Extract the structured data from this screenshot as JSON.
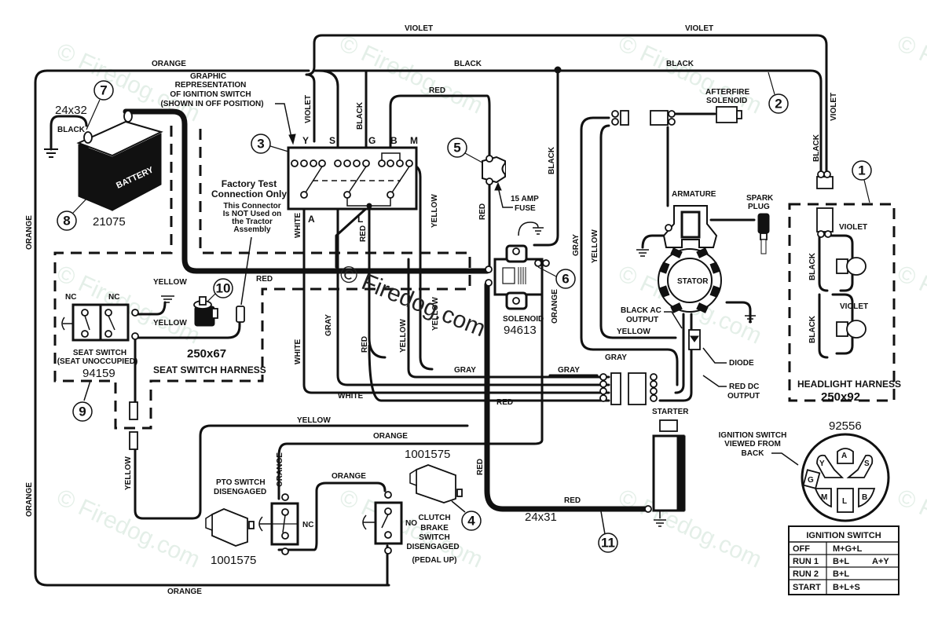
{
  "diagram": {
    "watermark": "© Firedog.com",
    "center_watermark": "© Firedog.com",
    "wire_labels": {
      "violet_top": "VIOLET",
      "violet_top_right": "VIOLET",
      "orange_top": "ORANGE",
      "black_top": "BLACK",
      "black_top_right": "BLACK",
      "red_top": "RED",
      "violet_switch": "VIOLET",
      "black_switch": "BLACK",
      "black_right_vertical": "BLACK",
      "violet_right_vertical": "VIOLET",
      "black_right_vertical2": "BLACK",
      "orange_left": "ORANGE",
      "orange_left_lower": "ORANGE",
      "orange_bottom": "ORANGE",
      "white_a": "WHITE",
      "red_l": "RED",
      "yellow_m": "YELLOW",
      "red_fuse": "RED",
      "red_main": "RED",
      "yellow_seat1": "YELLOW",
      "yellow_seat2": "YELLOW",
      "gray_1": "GRAY",
      "white_2": "WHITE",
      "red_3": "RED",
      "yellow_4": "YELLOW",
      "yellow_5": "YELLOW",
      "gray_h1": "GRAY",
      "gray_h2": "GRAY",
      "gray_h3": "GRAY",
      "white_h": "WHITE",
      "red_h": "RED",
      "yellow_h": "YELLOW",
      "orange_h": "ORANGE",
      "orange_pto": "ORANGE",
      "orange_clutch": "ORANGE",
      "yellow_vertical_left": "YELLOW",
      "orange_solenoid": "ORANGE",
      "gray_right": "GRAY",
      "yellow_right": "YELLOW",
      "yellow_stator": "YELLOW",
      "red_vertical_starter": "RED",
      "red_starter": "RED",
      "black_battery": "BLACK",
      "violet_headlight1": "VIOLET",
      "violet_headlight2": "VIOLET",
      "black_headlight1": "BLACK",
      "black_headlight2": "BLACK"
    },
    "components": {
      "ignition_graphic_title": [
        "GRAPHIC",
        "REPRESENTATION",
        "OF IGNITION SWITCH",
        "(SHOWN IN OFF POSITION)"
      ],
      "switch_terminals": {
        "Y": "Y",
        "S": "S",
        "G": "G",
        "B": "B",
        "M": "M",
        "A": "A",
        "L": "L"
      },
      "factory_test": [
        "Factory Test",
        "Connection Only"
      ],
      "factory_test_note": [
        "This Connector",
        "Is NOT Used on",
        "the Tractor",
        "Assembly"
      ],
      "battery_label": "BATTERY",
      "battery_part": "21075",
      "battery_cable": "24x32",
      "fuse": [
        "15 AMP",
        "FUSE"
      ],
      "afterfire": [
        "AFTERFIRE",
        "SOLENOID"
      ],
      "armature": "ARMATURE",
      "spark_plug": [
        "SPARK",
        "PLUG"
      ],
      "stator": "STATOR",
      "black_ac_output": [
        "BLACK AC",
        "OUTPUT"
      ],
      "diode": "DIODE",
      "red_dc_output": [
        "RED DC",
        "OUTPUT"
      ],
      "solenoid": "SOLENOID",
      "solenoid_part": "94613",
      "seat_switch": [
        "SEAT SWITCH",
        "(SEAT UNOCCUPIED)"
      ],
      "seat_switch_part": "94159",
      "nc1": "NC",
      "nc2": "NC",
      "seat_harness_part": "250x67",
      "seat_harness": "SEAT SWITCH HARNESS",
      "headlight_harness": "HEADLIGHT HARNESS",
      "headlight_harness_part": "250x92",
      "pto_switch": [
        "PTO SWITCH",
        "DISENGAGED"
      ],
      "pto_part": "1001575",
      "pto_nc": "NC",
      "clutch_part": "1001575",
      "clutch_no": "NO",
      "clutch_switch": [
        "CLUTCH",
        "BRAKE",
        "SWITCH",
        "DISENGAGED",
        "(PEDAL UP)"
      ],
      "starter": "STARTER",
      "starter_cable": "24x31",
      "ignition_back_part": "92556",
      "ignition_back": [
        "IGNITION SWITCH",
        "VIEWED FROM",
        "BACK"
      ],
      "ignition_back_terminals": [
        "A",
        "Y",
        "S",
        "G",
        "M",
        "L",
        "B"
      ]
    },
    "callouts": [
      "1",
      "2",
      "3",
      "4",
      "5",
      "6",
      "7",
      "8",
      "9",
      "10",
      "11"
    ],
    "ignition_table": {
      "title": "IGNITION SWITCH",
      "rows": [
        {
          "position": "OFF",
          "circuits": "M+G+L",
          "extra": ""
        },
        {
          "position": "RUN 1",
          "circuits": "B+L",
          "extra": "A+Y"
        },
        {
          "position": "RUN 2",
          "circuits": "B+L",
          "extra": ""
        },
        {
          "position": "START",
          "circuits": "B+L+S",
          "extra": ""
        }
      ]
    }
  }
}
